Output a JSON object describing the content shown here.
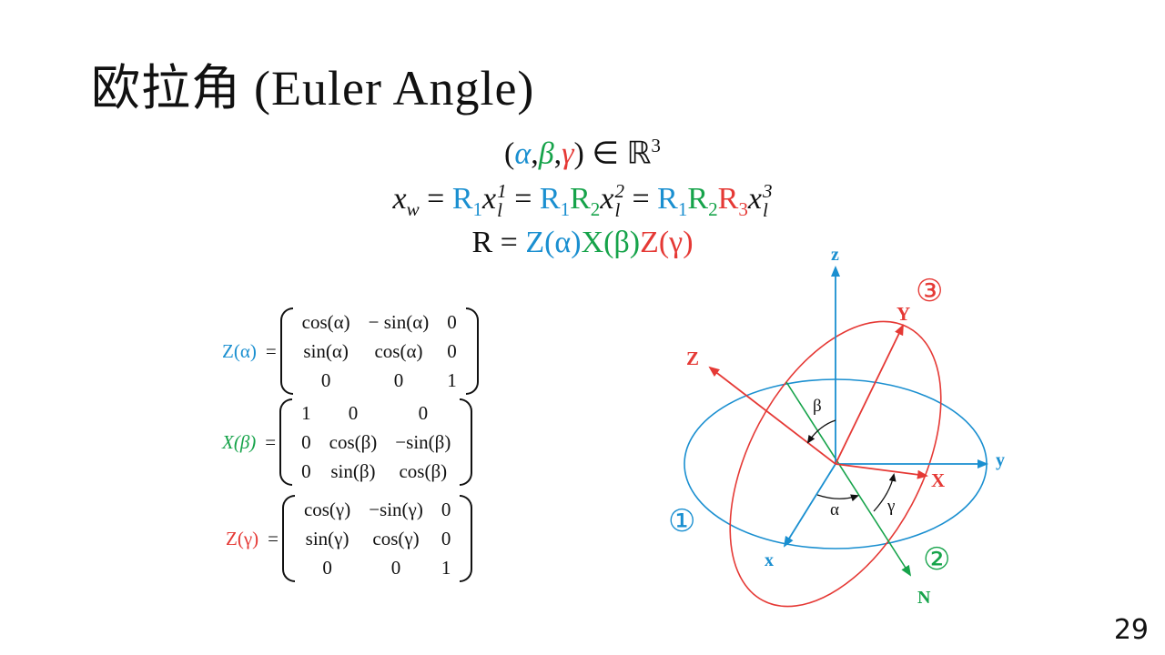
{
  "slide": {
    "title_cn": "欧拉角",
    "title_en": "(Euler Angle)",
    "page_number": "29"
  },
  "equations": {
    "tuple": {
      "open": "(",
      "alpha": "α",
      "comma1": ",",
      "beta": "β",
      "comma2": ",",
      "gamma": "γ",
      "close": ")",
      "in": " ∈ ℝ",
      "exp": "3"
    },
    "chain": {
      "lhs": "x",
      "lhs_sub": "w",
      "eq": " = ",
      "r1": "R",
      "r1_sub": "1",
      "r2": "R",
      "r2_sub": "2",
      "r3": "R",
      "r3_sub": "3",
      "x": "x",
      "x_sub": "l",
      "sup1": "1",
      "sup2": "2",
      "sup3": "3"
    },
    "rotation": {
      "lhs": "R",
      "eq": " = ",
      "z_alpha": "Z(α)",
      "x_beta": "X(β)",
      "z_gamma": "Z(γ)"
    }
  },
  "matrices": {
    "z_alpha": {
      "label": "Z(α)",
      "eq": "=",
      "rows": [
        [
          "cos(α)",
          "− sin(α)",
          "0"
        ],
        [
          "sin(α)",
          "cos(α)",
          "0"
        ],
        [
          "0",
          "0",
          "1"
        ]
      ]
    },
    "x_beta": {
      "label": "X(β)",
      "eq": "=",
      "rows": [
        [
          "1",
          "0",
          "0"
        ],
        [
          "0",
          "cos(β)",
          "−sin(β)"
        ],
        [
          "0",
          "sin(β)",
          "cos(β)"
        ]
      ]
    },
    "z_gamma": {
      "label": "Z(γ)",
      "eq": "=",
      "rows": [
        [
          "cos(γ)",
          "−sin(γ)",
          "0"
        ],
        [
          "sin(γ)",
          "cos(γ)",
          "0"
        ],
        [
          "0",
          "0",
          "1"
        ]
      ]
    }
  },
  "diagram": {
    "labels": {
      "z": "z",
      "y": "y",
      "x": "x",
      "Z": "Z",
      "Y": "Y",
      "X": "X",
      "N": "N",
      "alpha": "α",
      "beta": "β",
      "gamma": "γ",
      "circle1": "①",
      "circle2": "②",
      "circle3": "③"
    },
    "colors": {
      "fixed_frame": "#1a8fd0",
      "rotated_frame": "#e53935",
      "node_line": "#16a34a"
    }
  }
}
